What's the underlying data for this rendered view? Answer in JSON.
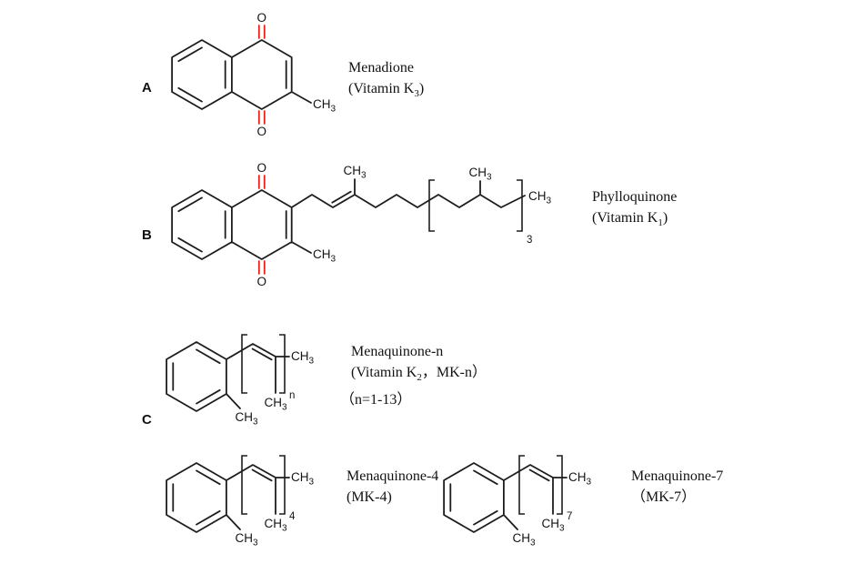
{
  "colors": {
    "bond": "#1d1d1b",
    "oxygen": "#e8231a",
    "text": "#141414"
  },
  "panels": {
    "a": "A",
    "b": "B",
    "c": "C"
  },
  "atoms": {
    "oxygen": "O",
    "methyl": "CH",
    "methyl_sub": "3"
  },
  "repeat_counts": {
    "phylloquinone": "3",
    "menaquinone_n": "n",
    "menaquinone_4": "4",
    "menaquinone_7": "7"
  },
  "captions": {
    "menadione": {
      "name": "Menadione",
      "vit_prefix": "(Vitamin K",
      "vit_sub": "3",
      "vit_suffix": ")"
    },
    "phylloquinone": {
      "name": "Phylloquinone",
      "vit_prefix": "(Vitamin K",
      "vit_sub": "1",
      "vit_suffix": ")"
    },
    "menaquinone_n": {
      "name": "Menaquinone-n",
      "vit_prefix": "(Vitamin K",
      "vit_sub": "2",
      "vit_suffix": "，MK-n）",
      "range_note": "（n=1-13）"
    },
    "menaquinone_4": {
      "name": "Menaquinone-4",
      "abbr": "(MK-4)"
    },
    "menaquinone_7": {
      "name": "Menaquinone-7",
      "abbr": "（MK-7）"
    }
  }
}
